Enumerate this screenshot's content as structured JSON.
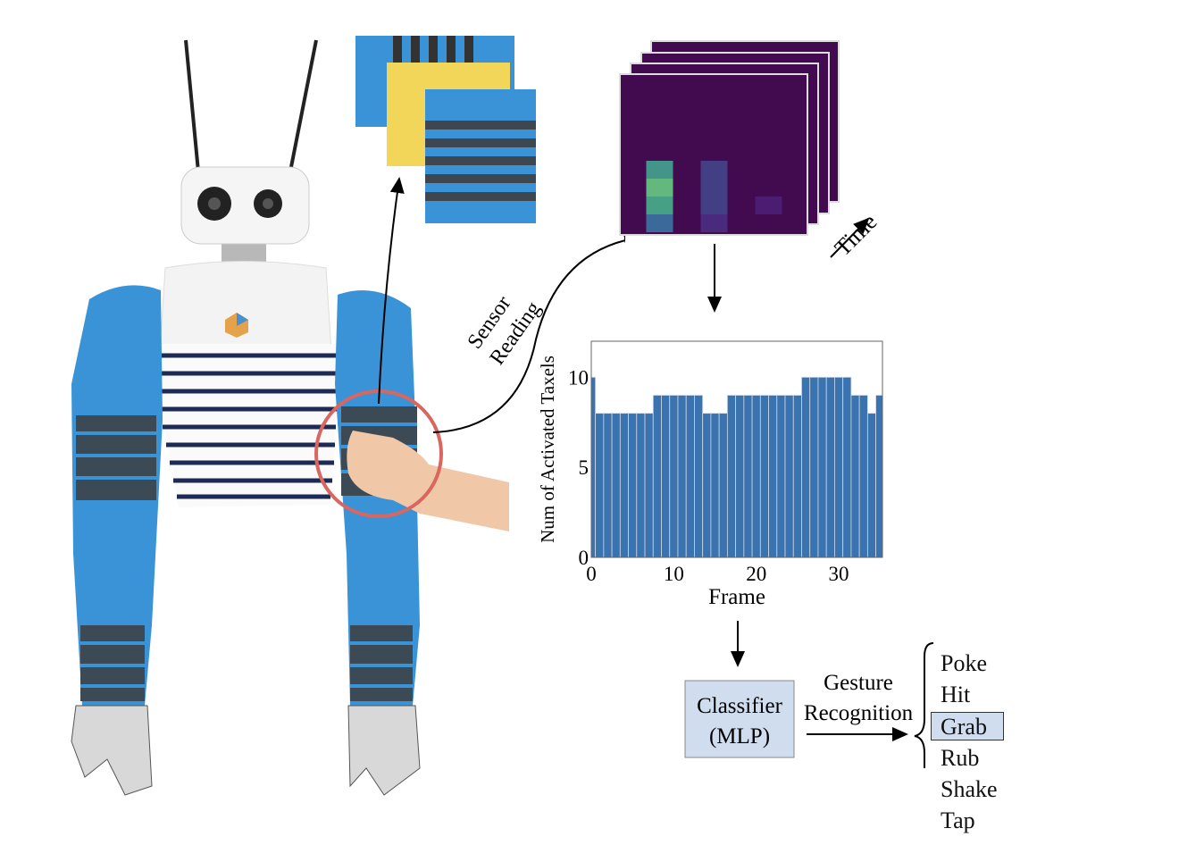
{
  "labels": {
    "sensor_reading_line1": "Sensor",
    "sensor_reading_line2": "Reading",
    "time": "Time",
    "classifier_line1": "Classifier",
    "classifier_line2": "(MLP)",
    "gesture_line1": "Gesture",
    "gesture_line2": "Recognition"
  },
  "gestures": [
    "Poke",
    "Hit",
    "Grab",
    "Rub",
    "Shake",
    "Tap"
  ],
  "selected_gesture": "Grab",
  "colors": {
    "highlight_circle": "#d9665f",
    "bar": "#3b73ae",
    "heatmap_bg": "#420a4f",
    "classifier_fill": "#d0ddef",
    "sleeve": "#3a93d6"
  },
  "heatmap": {
    "cells": [
      {
        "col": 1,
        "row": 0,
        "color": "#43958a"
      },
      {
        "col": 1,
        "row": 1,
        "color": "#63b87d"
      },
      {
        "col": 1,
        "row": 2,
        "color": "#46a085"
      },
      {
        "col": 1,
        "row": 3,
        "color": "#3b6a9a"
      },
      {
        "col": 3,
        "row": 0,
        "color": "#423f85"
      },
      {
        "col": 3,
        "row": 1,
        "color": "#423f85"
      },
      {
        "col": 3,
        "row": 2,
        "color": "#423f85"
      },
      {
        "col": 3,
        "row": 3,
        "color": "#4a2a7c"
      },
      {
        "col": 5,
        "row": 2,
        "color": "#4a1c72"
      }
    ]
  },
  "chart_data": {
    "type": "bar",
    "title": "",
    "xlabel": "Frame",
    "ylabel": "Num of Activated Taxels",
    "x": [
      0,
      1,
      2,
      3,
      4,
      5,
      6,
      7,
      8,
      9,
      10,
      11,
      12,
      13,
      14,
      15,
      16,
      17,
      18,
      19,
      20,
      21,
      22,
      23,
      24,
      25,
      26,
      27,
      28,
      29,
      30,
      31,
      32,
      33,
      34,
      35
    ],
    "values": [
      10,
      8,
      8,
      8,
      8,
      8,
      8,
      8,
      9,
      9,
      9,
      9,
      9,
      9,
      8,
      8,
      8,
      9,
      9,
      9,
      9,
      9,
      9,
      9,
      9,
      9,
      10,
      10,
      10,
      10,
      10,
      10,
      9,
      9,
      8,
      9
    ],
    "xlim": [
      0,
      35.3
    ],
    "ylim": [
      0,
      12
    ],
    "xticks": [
      "0",
      "10",
      "20",
      "30"
    ],
    "yticks": [
      "0",
      "5",
      "10"
    ],
    "grid": false
  }
}
